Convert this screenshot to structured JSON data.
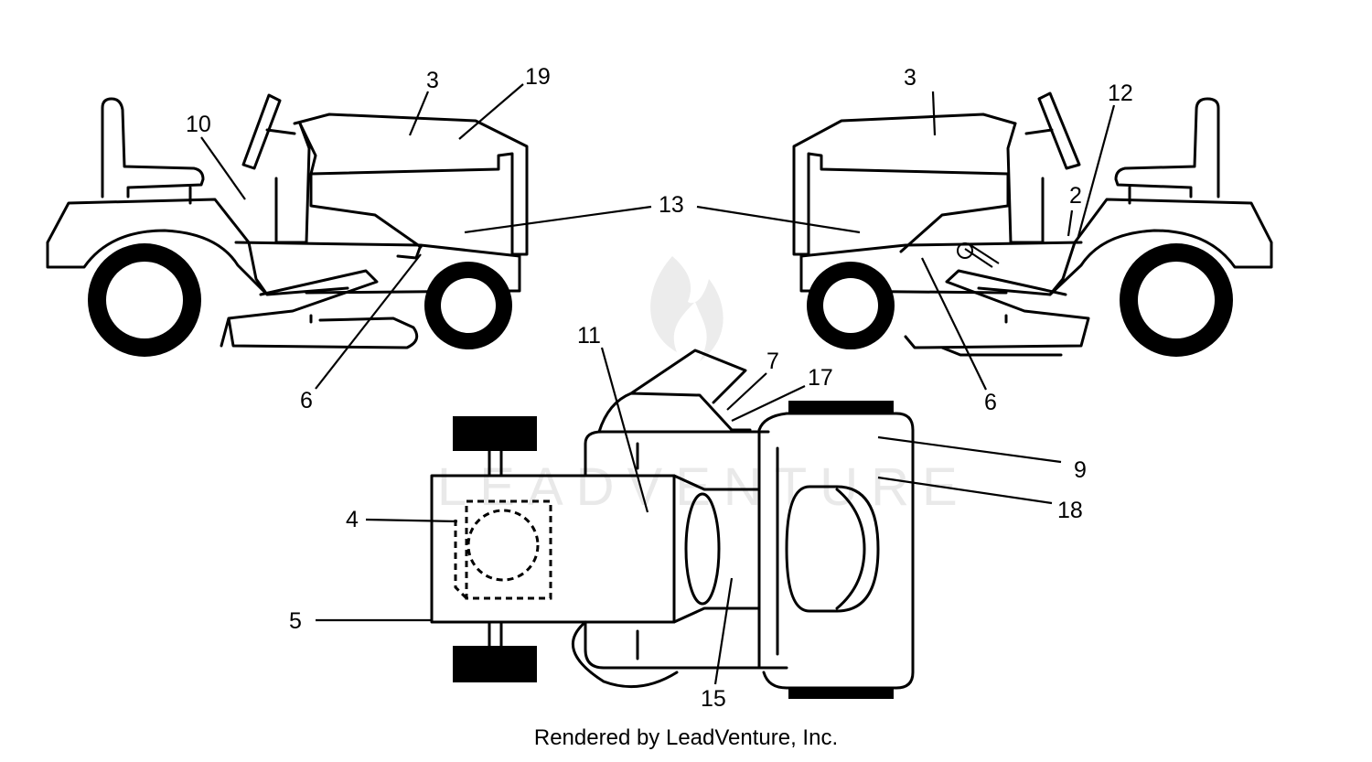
{
  "watermark": {
    "text": "LEADVENTURE"
  },
  "labels": {
    "left_view": [
      "3",
      "19",
      "10",
      "13",
      "6"
    ],
    "right_view": [
      "3",
      "12",
      "2",
      "6"
    ],
    "top_view": [
      "11",
      "7",
      "17",
      "9",
      "18",
      "4",
      "5",
      "15"
    ]
  },
  "footer": {
    "text": "Rendered by LeadVenture, Inc."
  }
}
